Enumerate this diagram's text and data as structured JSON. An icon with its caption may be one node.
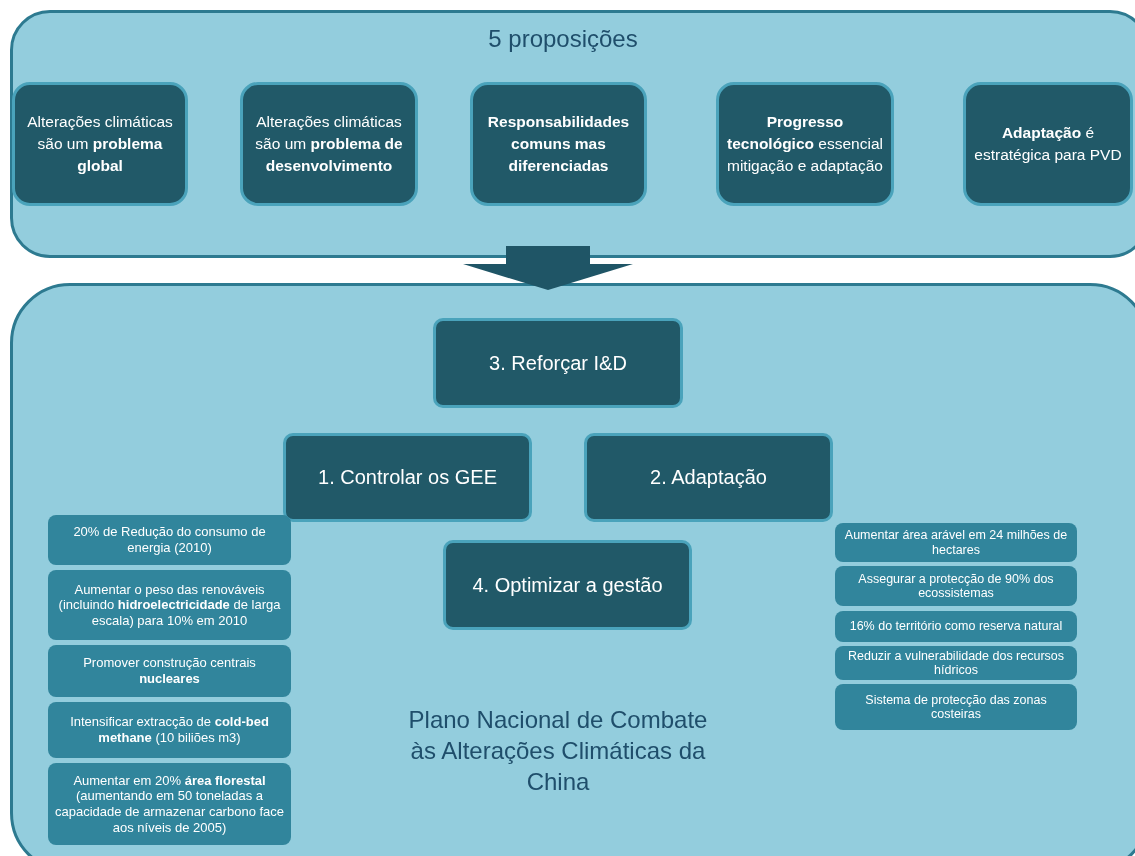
{
  "diagram": {
    "nodes": [
      {
        "text": [
          "5 proposições"
        ]
      },
      {
        "text": [
          "Alterações climáticas são um **problema global**"
        ],
        "in": 0
      },
      {
        "text": [
          "Alterações climáticas são um **problema de desenvolvimento**"
        ],
        "in": 0
      },
      {
        "text": [
          "Responsabilidades comuns mas diferenciadas"
        ],
        "in": 0
      },
      {
        "text": [
          "**Progresso tecnológico** essencial mitigação e adaptação"
        ],
        "in": 0
      },
      {
        "text": [
          "**Adaptação** é estratégica para PVD"
        ],
        "in": 0
      },
      {
        "text": [
          "Plano Nacional de Combate às Alterações Climáticas da China"
        ]
      },
      {
        "text": [
          "3. Reforçar I&D"
        ],
        "in": 6
      },
      {
        "text": [
          "1. Controlar os GEE"
        ],
        "in": 6
      },
      {
        "text": [
          "2. Adaptação"
        ],
        "in": 6
      },
      {
        "text": [
          "4. Optimizar a gestão"
        ],
        "in": 6
      },
      {
        "text": [
          "20% de Redução do consumo de energia (2010)"
        ],
        "in": 6
      },
      {
        "text": [
          "Aumentar o peso das renováveis (incluindo **hidroelectricidade** de larga escala) para 10% em 2010"
        ],
        "in": 6
      },
      {
        "text": [
          "Promover construção centrais **nucleares**"
        ],
        "in": 6
      },
      {
        "text": [
          "Intensificar extracção de **cold-bed methane** (10 biliões m3)"
        ],
        "in": 6
      },
      {
        "text": [
          "Aumentar em 20% **área florestal** (aumentando em 50 toneladas a capacidade de armazenar carbono face aos níveis de 2005)"
        ],
        "in": 6
      },
      {
        "text": [
          "Aumentar área arável em 24 milhões de hectares"
        ],
        "in": 6
      },
      {
        "text": [
          "Assegurar a protecção de 90% dos ecossistemas"
        ],
        "in": 6
      },
      {
        "text": [
          "16% do território como reserva natural"
        ],
        "in": 6
      },
      {
        "text": [
          "Reduzir a vulnerabilidade dos recursos hídricos"
        ],
        "in": 6
      },
      {
        "text": [
          "Sistema de protecção das zonas costeiras"
        ],
        "in": 6
      }
    ],
    "edges": [
      {
        "from": 0,
        "to": 6,
        "arrow": "to"
      }
    ]
  }
}
